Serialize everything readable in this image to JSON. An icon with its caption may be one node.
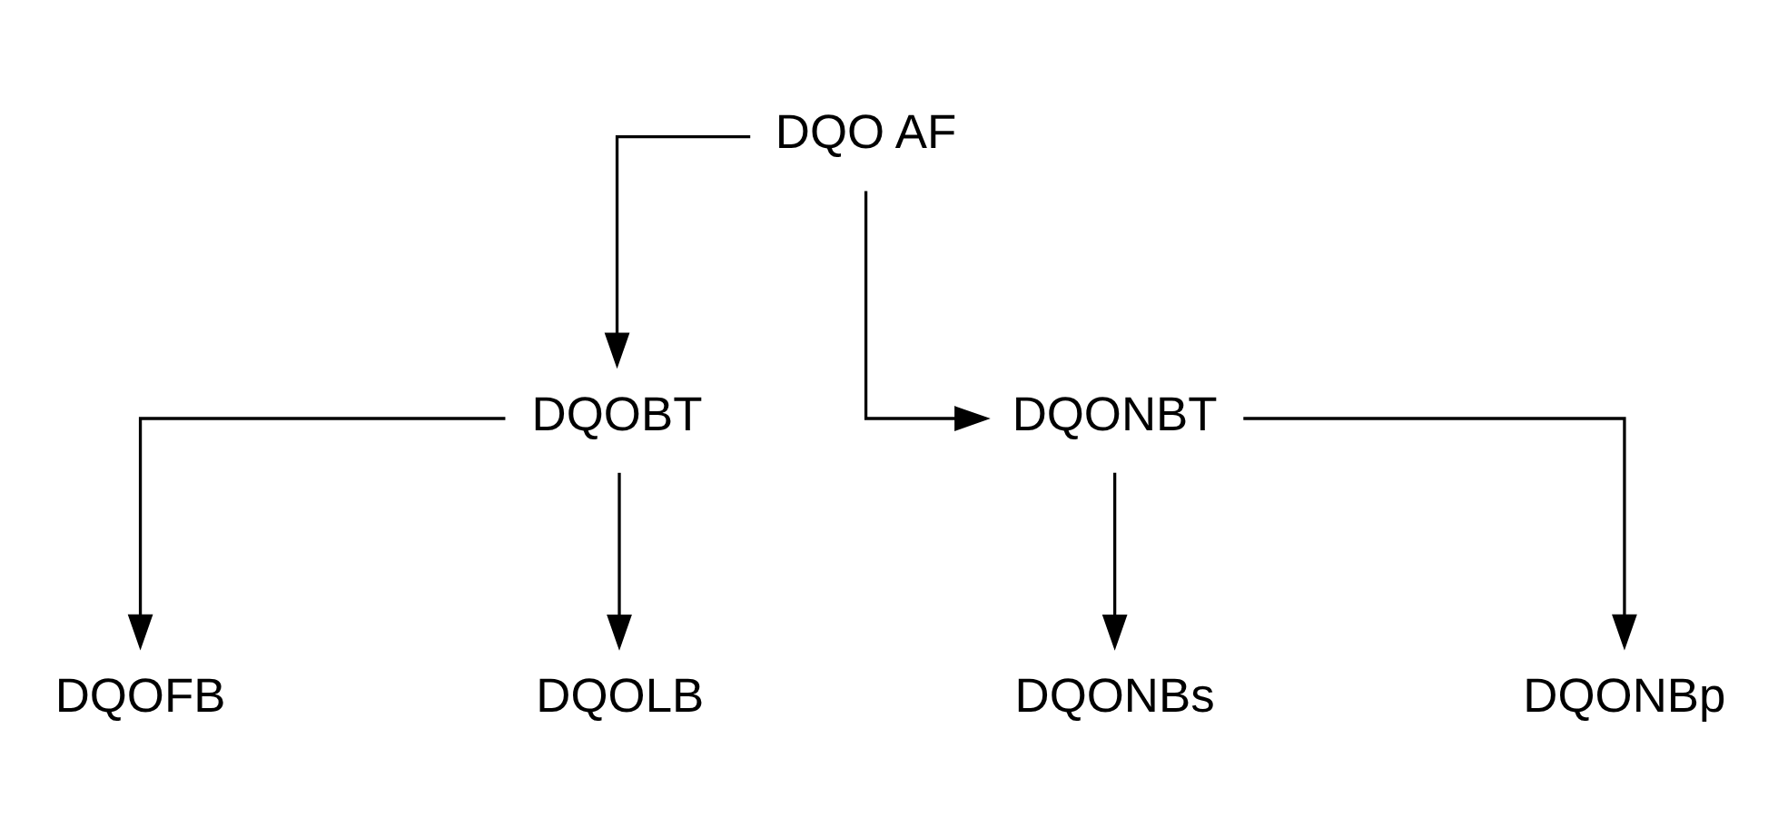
{
  "diagram": {
    "nodes": [
      {
        "text": [
          "DQO AF"
        ]
      },
      {
        "text": [
          "DQOBT"
        ]
      },
      {
        "text": [
          "DQONBT"
        ]
      },
      {
        "text": [
          "DQOFB"
        ]
      },
      {
        "text": [
          "DQOLB"
        ]
      },
      {
        "text": [
          "DQONBs"
        ]
      },
      {
        "text": [
          "DQONBp"
        ]
      }
    ],
    "edges": [
      {
        "from": 0,
        "to": 1,
        "arrow": "to"
      },
      {
        "from": 0,
        "to": 2,
        "arrow": "to"
      },
      {
        "from": 1,
        "to": 3,
        "arrow": "to"
      },
      {
        "from": 1,
        "to": 4,
        "arrow": "to"
      },
      {
        "from": 2,
        "to": 5,
        "arrow": "to"
      },
      {
        "from": 2,
        "to": 6,
        "arrow": "to"
      }
    ]
  }
}
